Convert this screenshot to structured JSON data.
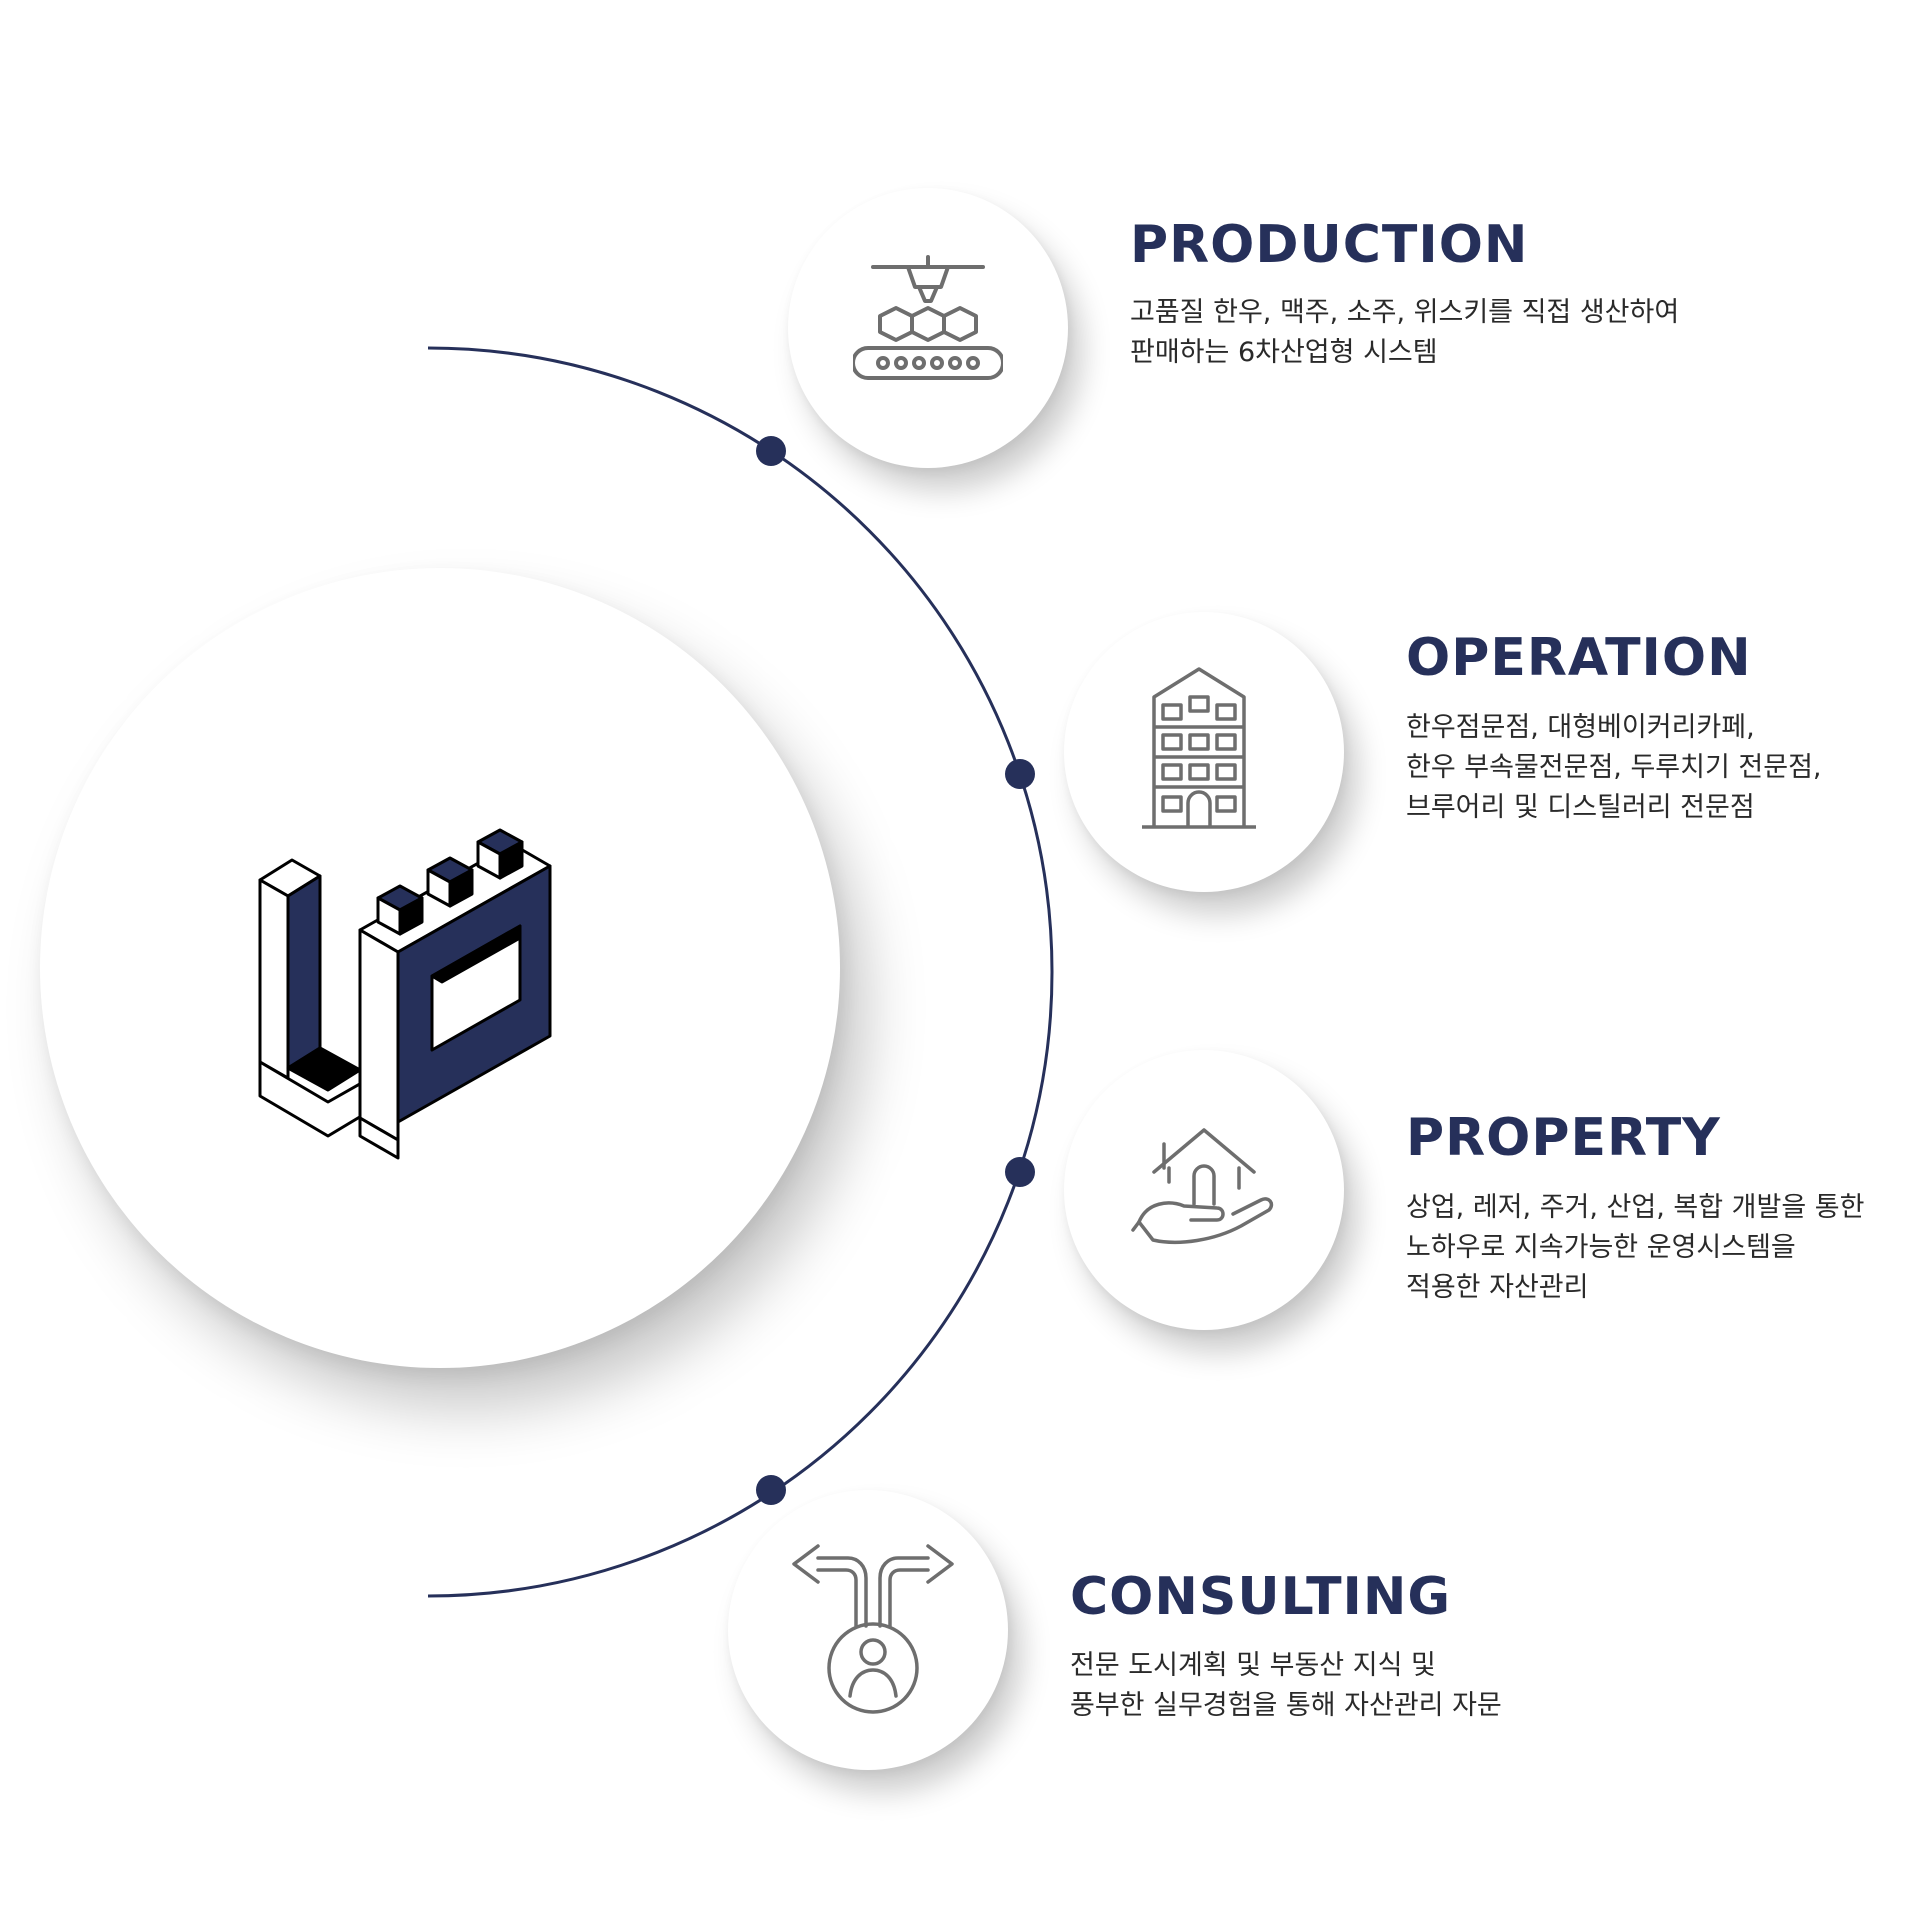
{
  "colors": {
    "accent": "#26305a",
    "icon_stroke": "#6e6e6e",
    "text": "#2a2a2a",
    "background": "#ffffff"
  },
  "logo": {
    "icon": "up-logo-isometric-icon",
    "text": "UP"
  },
  "items": [
    {
      "title": "PRODUCTION",
      "icon": "conveyor-production-icon",
      "description": [
        "고품질 한우, 맥주, 소주, 위스키를 직접 생산하여",
        "판매하는 6차산업형 시스템"
      ]
    },
    {
      "title": "OPERATION",
      "icon": "building-icon",
      "description": [
        "한우점문점, 대형베이커리카페,",
        "한우 부속물전문점, 두루치기 전문점,",
        "브루어리 및 디스틸러리 전문점"
      ]
    },
    {
      "title": "PROPERTY",
      "icon": "house-in-hand-icon",
      "description": [
        "상업, 레저, 주거, 산업, 복합 개발을 통한",
        "노하우로 지속가능한 운영시스템을",
        "적용한 자산관리"
      ]
    },
    {
      "title": "CONSULTING",
      "icon": "split-direction-person-icon",
      "description": [
        "전문 도시계획 및 부동산 지식 및",
        "풍부한 실무경험을 통해 자산관리 자문"
      ]
    }
  ]
}
